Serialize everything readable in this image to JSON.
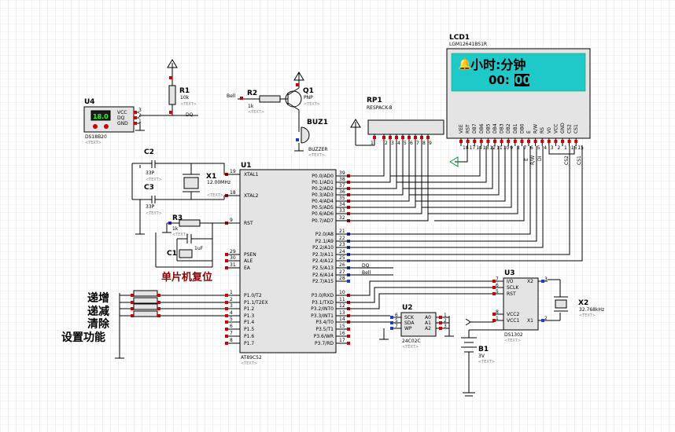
{
  "mcu": {
    "ref": "U1",
    "model": "AT89C52",
    "text_placeholder": "<TEXT>",
    "left_pins": [
      {
        "num": "19",
        "name": "XTAL1"
      },
      {
        "num": "18",
        "name": "XTAL2"
      },
      {
        "num": "9",
        "name": "RST"
      },
      {
        "num": "29",
        "name": "PSEN"
      },
      {
        "num": "30",
        "name": "ALE"
      },
      {
        "num": "31",
        "name": "EA"
      },
      {
        "num": "1",
        "name": "P1.0/T2"
      },
      {
        "num": "2",
        "name": "P1.1/T2EX"
      },
      {
        "num": "3",
        "name": "P1.2"
      },
      {
        "num": "4",
        "name": "P1.3"
      },
      {
        "num": "5",
        "name": "P1.4"
      },
      {
        "num": "6",
        "name": "P1.5"
      },
      {
        "num": "7",
        "name": "P1.6"
      },
      {
        "num": "8",
        "name": "P1.7"
      }
    ],
    "right_pins": [
      {
        "num": "39",
        "name": "P0.0/AD0"
      },
      {
        "num": "38",
        "name": "P0.1/AD1"
      },
      {
        "num": "37",
        "name": "P0.2/AD2"
      },
      {
        "num": "36",
        "name": "P0.3/AD3"
      },
      {
        "num": "35",
        "name": "P0.4/AD4"
      },
      {
        "num": "34",
        "name": "P0.5/AD5"
      },
      {
        "num": "33",
        "name": "P0.6/AD6"
      },
      {
        "num": "32",
        "name": "P0.7/AD7"
      },
      {
        "num": "21",
        "name": "P2.0/A8"
      },
      {
        "num": "22",
        "name": "P2.1/A9"
      },
      {
        "num": "23",
        "name": "P2.2/A10"
      },
      {
        "num": "24",
        "name": "P2.3/A11"
      },
      {
        "num": "25",
        "name": "P2.4/A12"
      },
      {
        "num": "26",
        "name": "P2.5/A13"
      },
      {
        "num": "27",
        "name": "P2.6/A14"
      },
      {
        "num": "28",
        "name": "P2.7/A15"
      },
      {
        "num": "10",
        "name": "P3.0/RXD"
      },
      {
        "num": "11",
        "name": "P3.1/TXD"
      },
      {
        "num": "12",
        "name": "P3.2/INT0"
      },
      {
        "num": "13",
        "name": "P3.3/INT1"
      },
      {
        "num": "14",
        "name": "P3.4/T0"
      },
      {
        "num": "15",
        "name": "P3.5/T1"
      },
      {
        "num": "16",
        "name": "P3.6/WR"
      },
      {
        "num": "17",
        "name": "P3.7/RD"
      }
    ]
  },
  "lcd": {
    "ref": "LCD1",
    "model": "LGM12641BS1R",
    "line1": "小时:分钟",
    "line2_prefix": "00:",
    "line2_highlight": "00",
    "pins": [
      {
        "num": "18",
        "name": "VEE"
      },
      {
        "num": "17",
        "name": "RST"
      },
      {
        "num": "14",
        "name": "DB7"
      },
      {
        "num": "13",
        "name": "DB6"
      },
      {
        "num": "12",
        "name": "DB5"
      },
      {
        "num": "11",
        "name": "DB4"
      },
      {
        "num": "10",
        "name": "DB3"
      },
      {
        "num": "9",
        "name": "DB2"
      },
      {
        "num": "8",
        "name": "DB1"
      },
      {
        "num": "7",
        "name": "DB0"
      },
      {
        "num": "6",
        "name": "E"
      },
      {
        "num": "5",
        "name": "R/W"
      },
      {
        "num": "4",
        "name": "RS"
      },
      {
        "num": "3",
        "name": "V0"
      },
      {
        "num": "2",
        "name": "VCC"
      },
      {
        "num": "1",
        "name": "GND"
      },
      {
        "num": "16",
        "name": "CS2"
      },
      {
        "num": "15",
        "name": "CS1"
      }
    ],
    "label_e": "E",
    "label_rw": "R/W",
    "label_di": "DI",
    "label_cs2": "CS2",
    "label_cs1": "CS1"
  },
  "rp1": {
    "ref": "RP1",
    "model": "RESPACK-8",
    "pin1": "1",
    "pins": [
      "2",
      "3",
      "4",
      "5",
      "6",
      "7",
      "8",
      "9"
    ]
  },
  "u4": {
    "ref": "U4",
    "model": "DS18B20",
    "display": "18.0",
    "pins": [
      {
        "num": "3",
        "name": "VCC"
      },
      {
        "num": "2",
        "name": "DQ"
      },
      {
        "num": "1",
        "name": "GND"
      }
    ],
    "net_dq": "DQ"
  },
  "r1": {
    "ref": "R1",
    "value": "10k"
  },
  "r2": {
    "ref": "R2",
    "value": "1k",
    "net": "Bell"
  },
  "q1": {
    "ref": "Q1",
    "type": "PNP"
  },
  "buz1": {
    "ref": "BUZ1",
    "type": "BUZZER"
  },
  "c2": {
    "ref": "C2",
    "value": "33P"
  },
  "c3": {
    "ref": "C3",
    "value": "33P"
  },
  "x1": {
    "ref": "X1",
    "value": "12.00MHz"
  },
  "r3": {
    "ref": "R3",
    "value": "1k"
  },
  "c1": {
    "ref": "C1",
    "value": "1uF"
  },
  "u2": {
    "ref": "U2",
    "model": "24C02C",
    "left_pins": [
      {
        "num": "6",
        "name": "SCK"
      },
      {
        "num": "5",
        "name": "SDA"
      },
      {
        "num": "7",
        "name": "WP"
      }
    ],
    "right_pins": [
      {
        "num": "1",
        "name": "A0"
      },
      {
        "num": "2",
        "name": "A1"
      },
      {
        "num": "3",
        "name": "A2"
      }
    ]
  },
  "u3": {
    "ref": "U3",
    "model": "DS1302",
    "left_pins": [
      {
        "num": "7",
        "name": "I/O"
      },
      {
        "num": "6",
        "name": "SCLK"
      },
      {
        "num": "5",
        "name": "RST"
      },
      {
        "num": "8",
        "name": "VCC2"
      },
      {
        "num": "1",
        "name": "VCC1"
      }
    ],
    "right_pins": [
      {
        "num": "3",
        "name": "X2"
      },
      {
        "num": "2",
        "name": "X1"
      }
    ]
  },
  "x2": {
    "ref": "X2",
    "value": "32.768kHz"
  },
  "b1": {
    "ref": "B1",
    "value": "3V"
  },
  "nets": {
    "dq": "DQ",
    "bell": "Bell"
  },
  "annotations": {
    "reset": "单片机复位",
    "inc": "递增",
    "dec": "递减",
    "clear": "清除",
    "setting": "设置功能"
  },
  "text_placeholder": "<TEXT>",
  "colors": {
    "grid": "#d6d6d6",
    "lcd_bg": "#1fc9c9",
    "pin_red": "#cc0000",
    "pin_blue": "#1a3fcc",
    "wire_green": "#009933",
    "annotation_red": "#8b0000"
  }
}
